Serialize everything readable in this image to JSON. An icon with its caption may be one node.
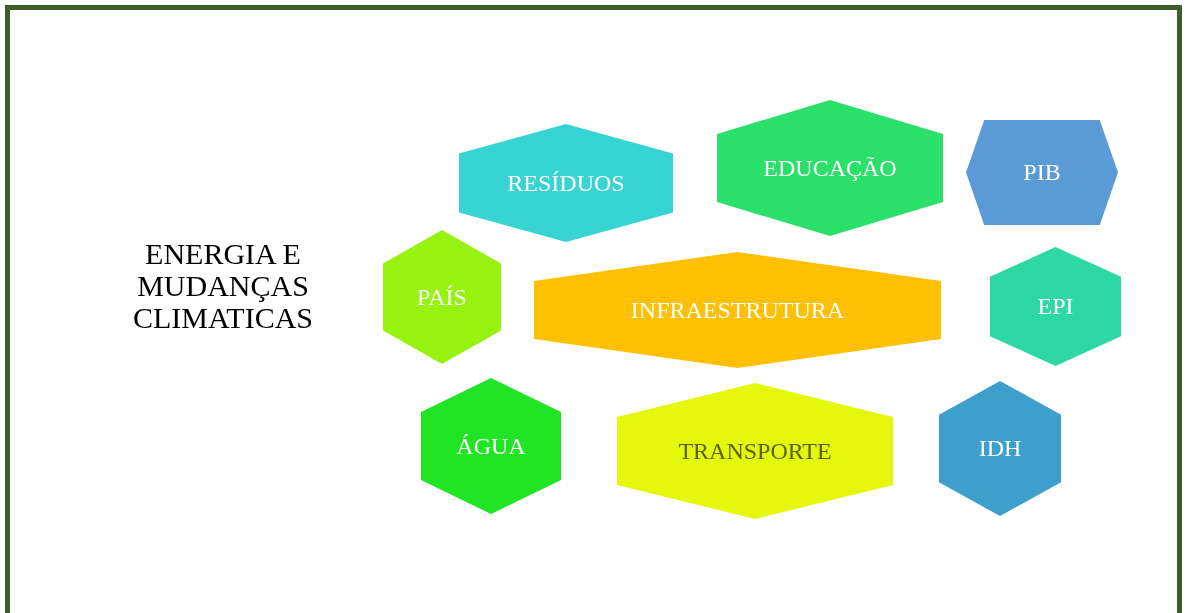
{
  "diagram": {
    "title": "ENERGIA E MUDANÇAS CLIMATICAS",
    "nodes": [
      {
        "text": [
          "RESÍDUOS"
        ]
      },
      {
        "text": [
          "EDUCAÇÃO"
        ]
      },
      {
        "text": [
          "PIB"
        ]
      },
      {
        "text": [
          "PAÍS"
        ]
      },
      {
        "text": [
          "INFRAESTRUTURA"
        ]
      },
      {
        "text": [
          "EPI"
        ]
      },
      {
        "text": [
          "ÁGUA"
        ]
      },
      {
        "text": [
          "TRANSPORTE"
        ]
      },
      {
        "text": [
          "IDH"
        ]
      }
    ]
  }
}
